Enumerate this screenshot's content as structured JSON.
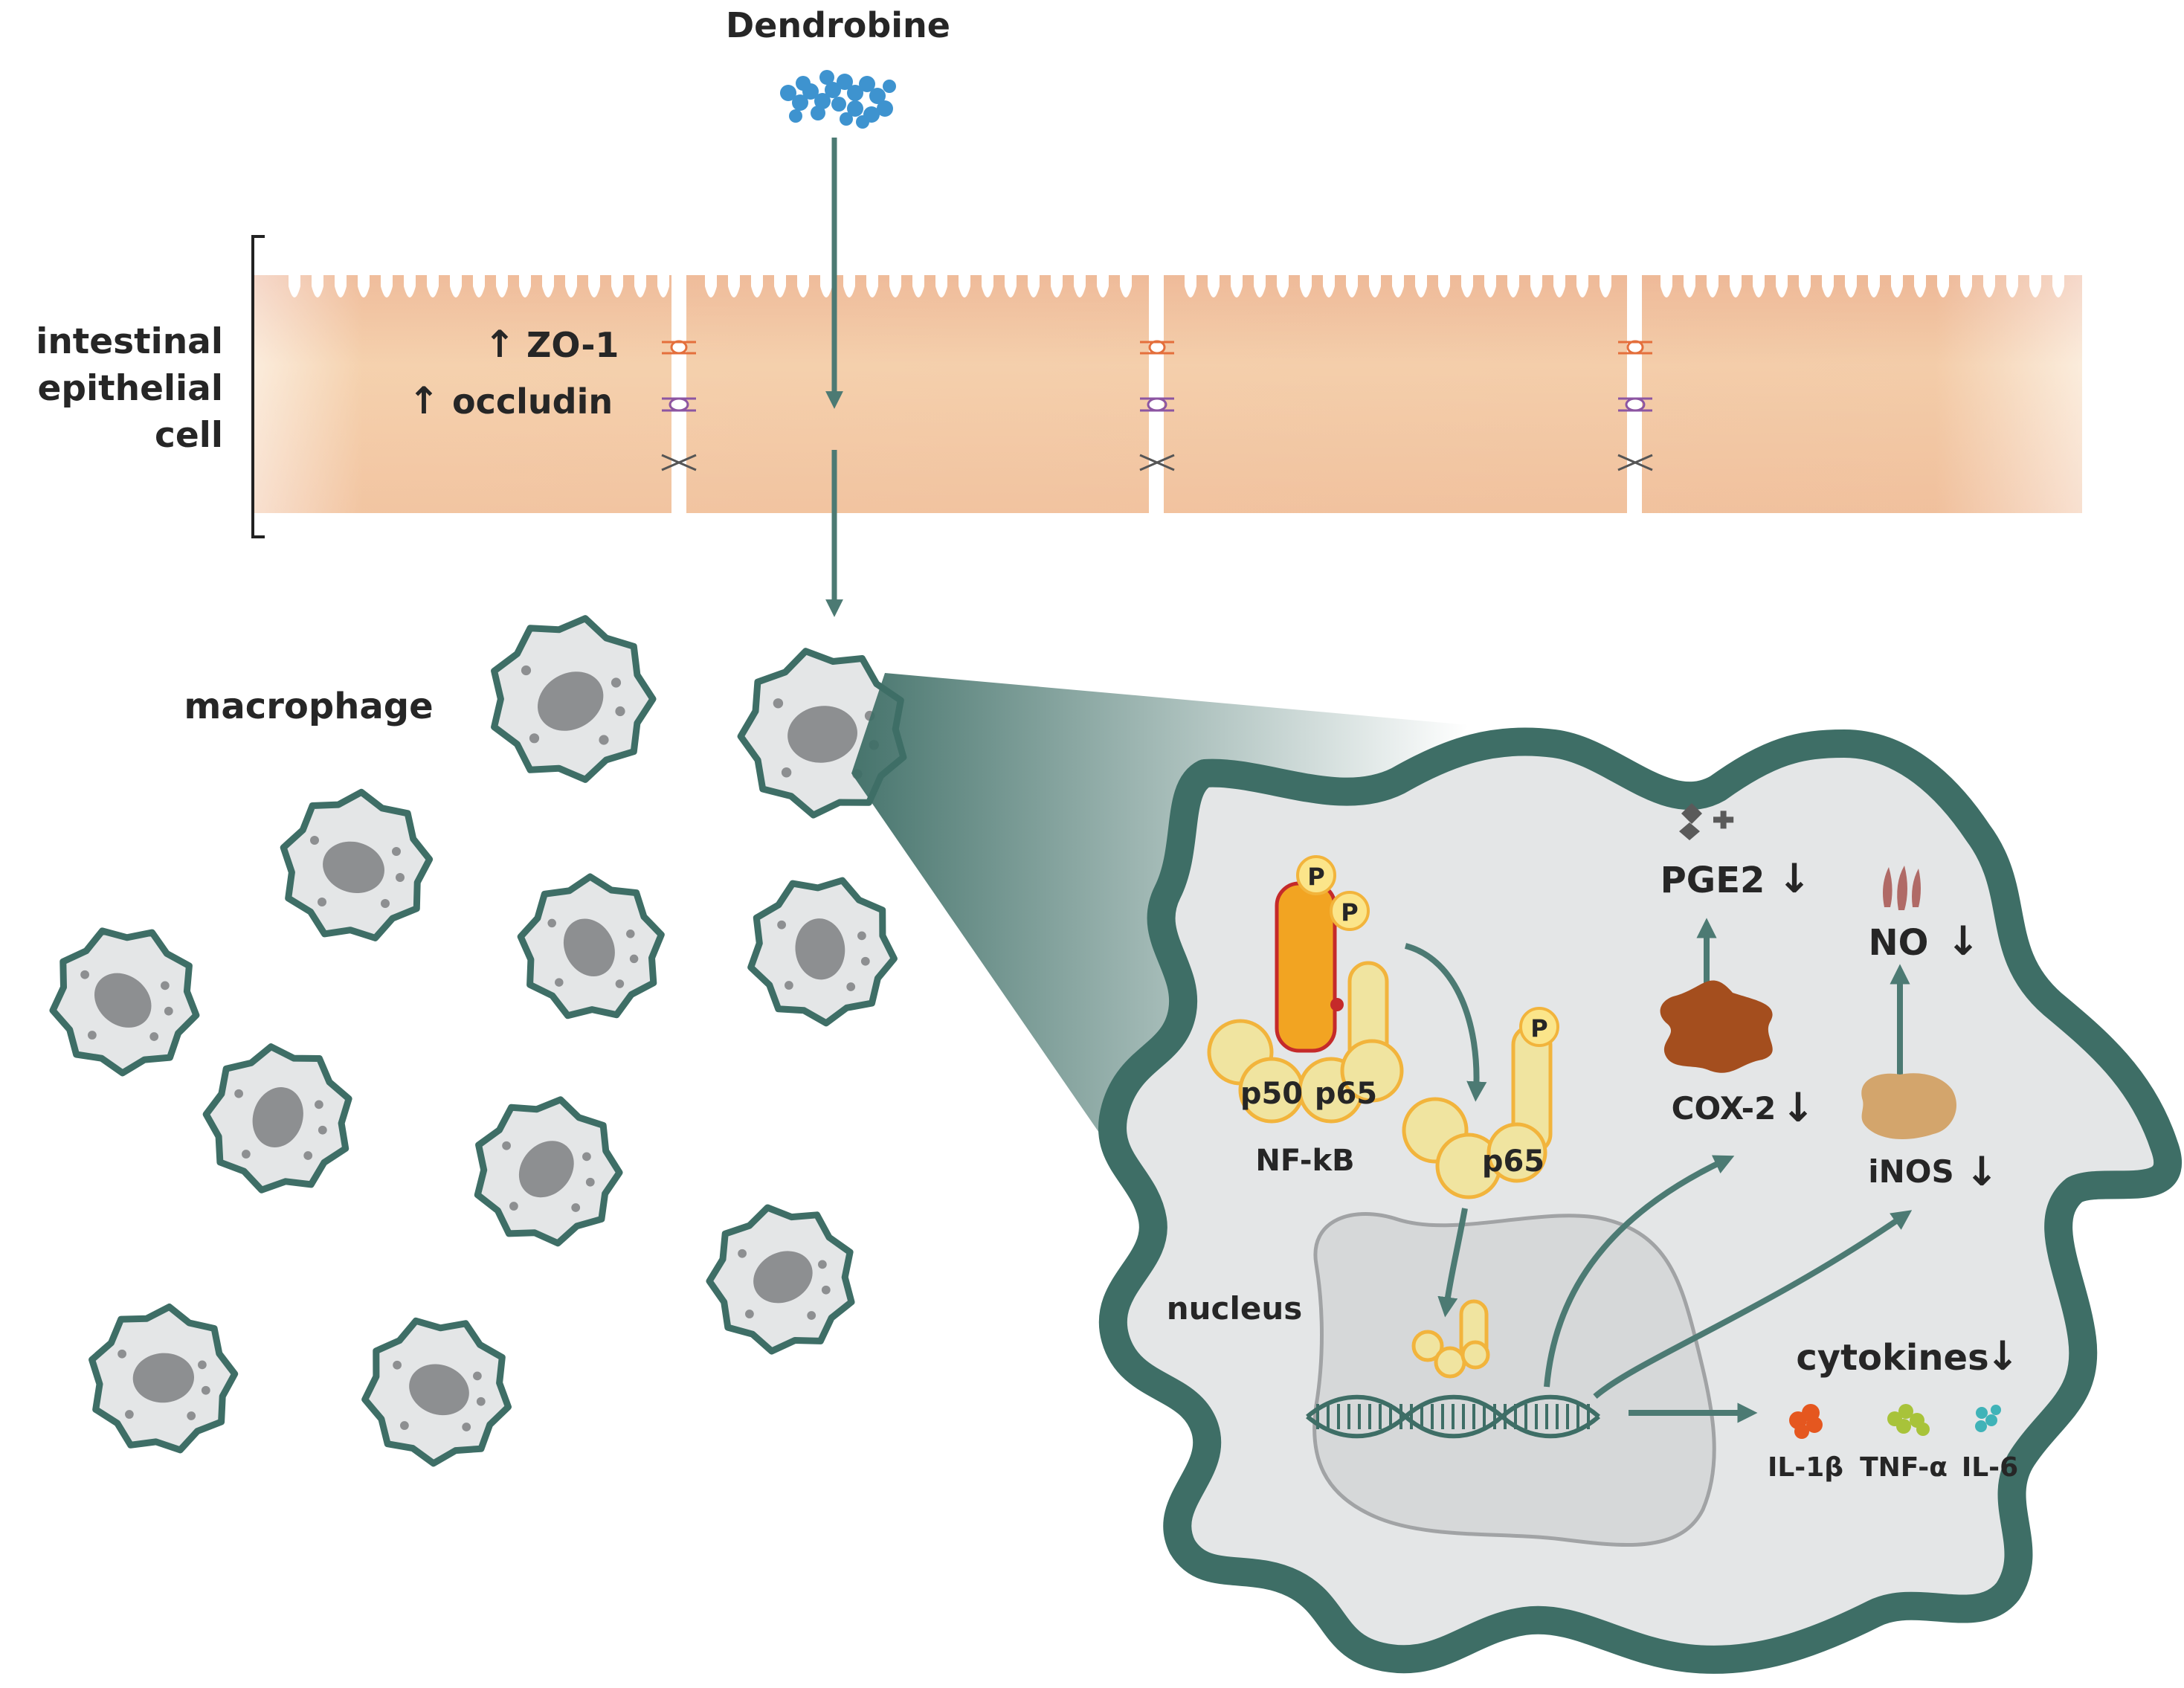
{
  "diagram": {
    "compound": "Dendrobine",
    "epithelium": {
      "label": [
        "intestinal",
        "epithelial",
        "cell"
      ],
      "tight_junction_markers": [
        {
          "arrow": "↑",
          "name": "ZO-1"
        },
        {
          "arrow": "↑",
          "name": "occludin"
        }
      ]
    },
    "macrophage_label": "macrophage",
    "inset": {
      "complex_label": "NF-kB",
      "subunits": [
        "p50",
        "p65"
      ],
      "free_subunit": "p65",
      "phospho_label": "P",
      "nucleus_label": "nucleus",
      "mediators": [
        {
          "name": "PGE2",
          "arrow": "↓"
        },
        {
          "name": "COX-2",
          "arrow": "↓"
        },
        {
          "name": "NO",
          "arrow": "↓"
        },
        {
          "name": "iNOS",
          "arrow": "↓"
        }
      ],
      "cytokines": {
        "title": "cytokines",
        "arrow": "↓",
        "items": [
          "IL-1β",
          "TNF-α",
          "IL-6"
        ]
      }
    },
    "colors": {
      "membrane": "#3e6e66",
      "cytoplasm": "#e4e6e7",
      "organelle": "#8d8f91",
      "epithelium": "#f0c09a",
      "arrow": "#4c7a73",
      "compound": "#3e93cf",
      "ikb": "#f2a422",
      "nfkb": "#f0e4a0",
      "cox2": "#a44e1e",
      "inos": "#d3a56c",
      "il1b": "#e5571f",
      "tnfa": "#a8c33a",
      "il6": "#3fb3b8"
    }
  }
}
